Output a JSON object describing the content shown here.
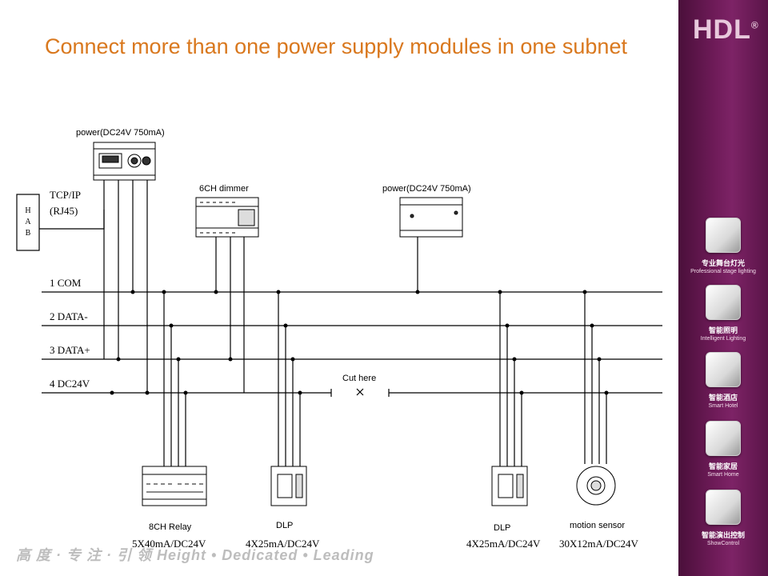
{
  "title": "Connect more than one power supply modules in one subnet",
  "labels": {
    "power1": "power(DC24V 750mA)",
    "power2": "power(DC24V 750mA)",
    "dimmer": "6CH dimmer",
    "tcpip1": "TCP/IP",
    "tcpip2": "(RJ45)",
    "hab": [
      "H",
      "A",
      "B"
    ],
    "bus": [
      "1 COM",
      "2 DATA-",
      "3 DATA+",
      "4 DC24V"
    ],
    "cut": "Cut here",
    "relay": "8CH Relay",
    "relay_spec": "5X40mA/DC24V",
    "dlp1": "DLP",
    "dlp1_spec": "4X25mA/DC24V",
    "dlp2": "DLP",
    "dlp2_spec": "4X25mA/DC24V",
    "sensor": "motion sensor",
    "sensor_spec": "30X12mA/DC24V"
  },
  "sidebar": {
    "logo": "HDL",
    "logo_mark": "®",
    "items": [
      {
        "cn": "专业舞台灯光",
        "en": "Professional stage lighting",
        "icon": "stage-lighting-icon"
      },
      {
        "cn": "智能照明",
        "en": "Intelligent Lighting",
        "icon": "lightbulb-icon"
      },
      {
        "cn": "智能酒店",
        "en": "Smart Hotel",
        "icon": "hotel-icon"
      },
      {
        "cn": "智能家居",
        "en": "Smart Home",
        "icon": "home-icon"
      },
      {
        "cn": "智能演出控制",
        "en": "ShowControl",
        "icon": "show-control-icon"
      }
    ]
  },
  "footer": "高 度 · 专 注 · 引 领    Height • Dedicated • Leading"
}
